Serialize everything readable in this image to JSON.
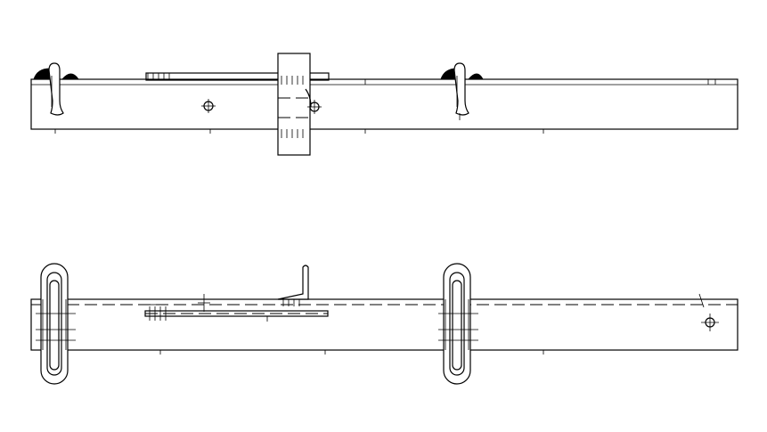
{
  "drawing": {
    "views": [
      {
        "name": "top-view",
        "parts": [
          "beam",
          "hook-left",
          "hook-right",
          "sleeve-clamp",
          "bolt-hole-left",
          "bolt-hole-center"
        ]
      },
      {
        "name": "side-view",
        "parts": [
          "beam",
          "chain-link-left",
          "chain-link-right",
          "angle-bracket",
          "hinge-plate",
          "bolt-hole-right"
        ]
      }
    ],
    "colors": {
      "line": "#000000",
      "background": "#ffffff"
    }
  }
}
